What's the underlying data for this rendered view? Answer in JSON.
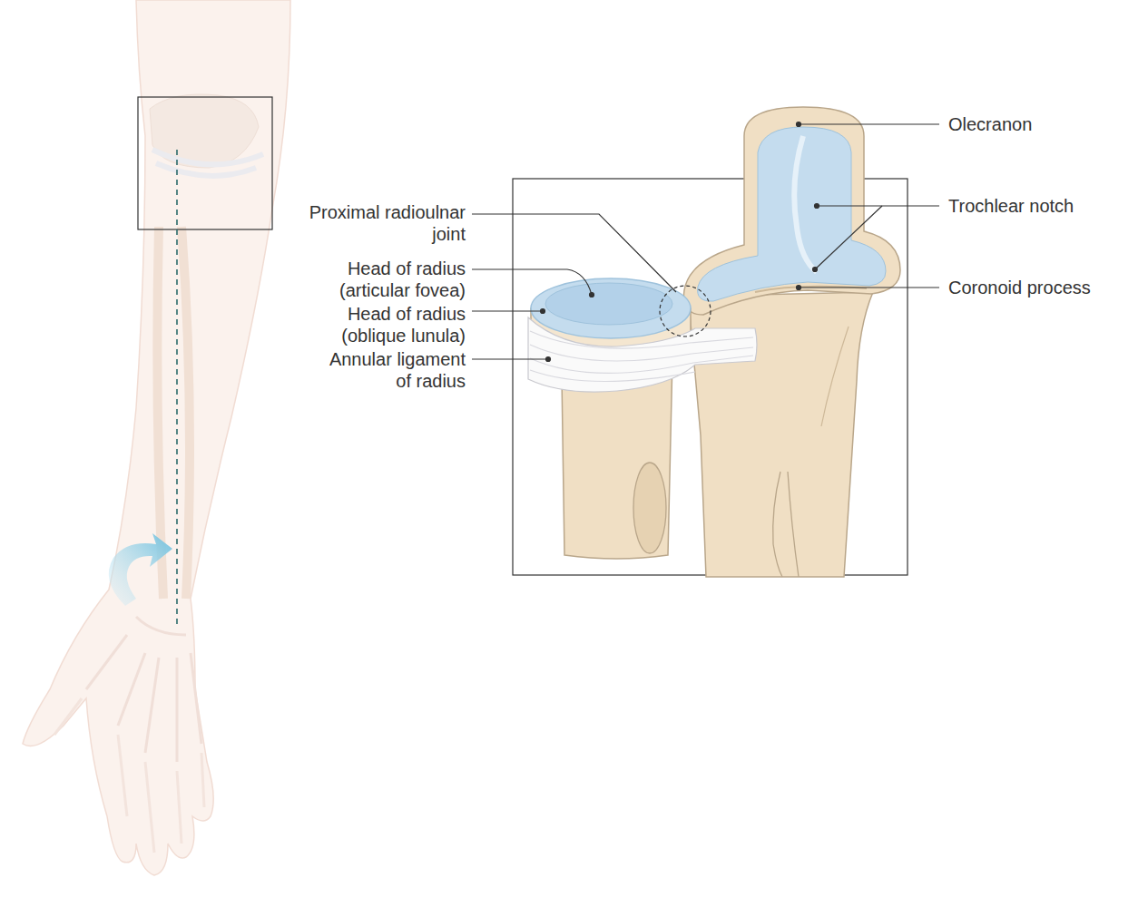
{
  "diagram": {
    "labels": [
      "Olecranon",
      "Proximal radioulnar joint",
      "Trochlear notch",
      "Head of radius (articular fovea)",
      "Coronoid process",
      "Head of radius (oblique lunula)",
      "Annular ligament of radius"
    ]
  }
}
